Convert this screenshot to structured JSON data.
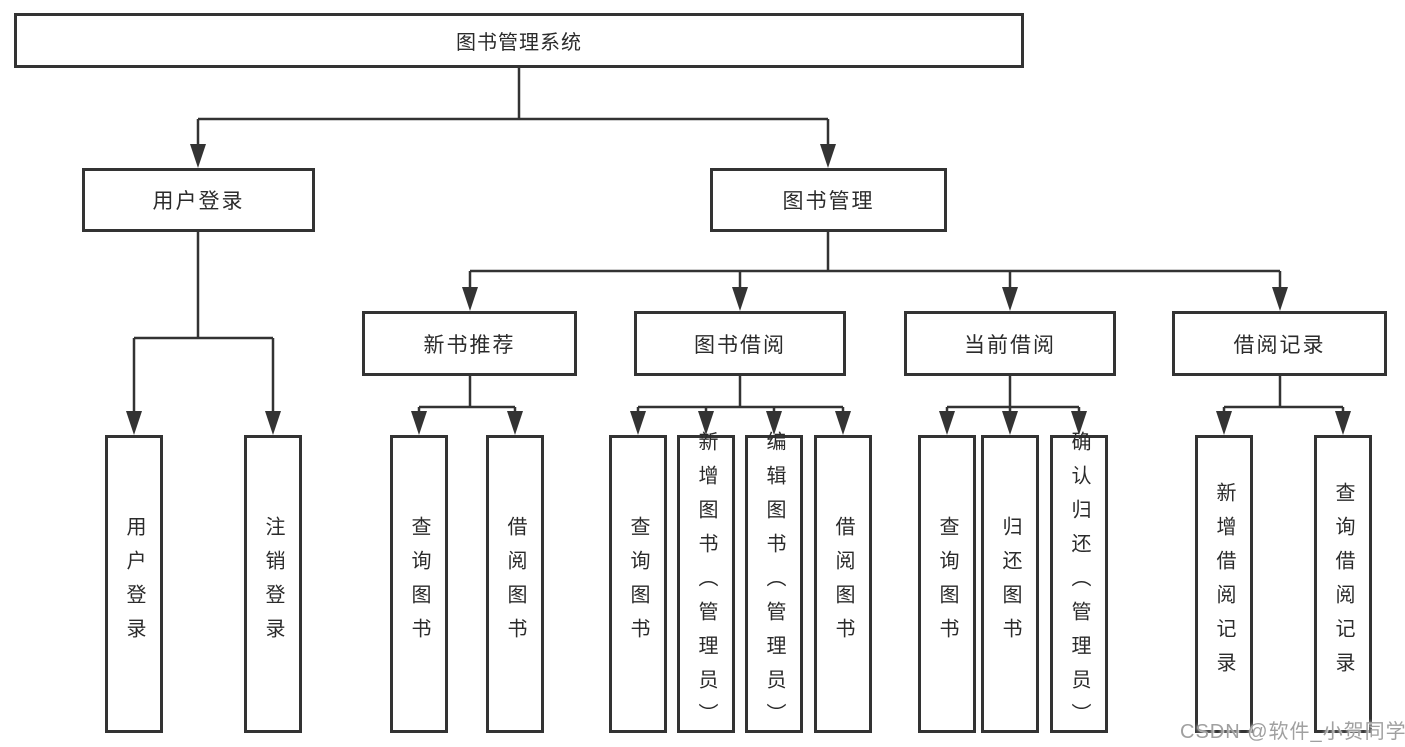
{
  "diagram_title": "图书管理系统",
  "nodes": [
    {
      "id": "root",
      "label": "图书管理系统",
      "level": 1
    },
    {
      "id": "user-login",
      "label": "用户登录",
      "level": 2
    },
    {
      "id": "book-mgmt",
      "label": "图书管理",
      "level": 2
    },
    {
      "id": "new-book-rec",
      "label": "新书推荐",
      "level": 3
    },
    {
      "id": "book-borrow",
      "label": "图书借阅",
      "level": 3
    },
    {
      "id": "current-borrow",
      "label": "当前借阅",
      "level": 3
    },
    {
      "id": "borrow-records",
      "label": "借阅记录",
      "level": 3
    },
    {
      "id": "leaf-user-login",
      "label": "用户登录",
      "level": 4
    },
    {
      "id": "leaf-logout",
      "label": "注销登录",
      "level": 4
    },
    {
      "id": "leaf-nb-query",
      "label": "查询图书",
      "level": 4
    },
    {
      "id": "leaf-nb-borrow",
      "label": "借阅图书",
      "level": 4
    },
    {
      "id": "leaf-bb-query",
      "label": "查询图书",
      "level": 4
    },
    {
      "id": "leaf-bb-add",
      "label": "新增图书（管理员）",
      "level": 4
    },
    {
      "id": "leaf-bb-edit",
      "label": "编辑图书（管理员）",
      "level": 4
    },
    {
      "id": "leaf-bb-borrow",
      "label": "借阅图书",
      "level": 4
    },
    {
      "id": "leaf-cb-query",
      "label": "查询图书",
      "level": 4
    },
    {
      "id": "leaf-cb-return",
      "label": "归还图书",
      "level": 4
    },
    {
      "id": "leaf-cb-confirm",
      "label": "确认归还（管理员）",
      "level": 4
    },
    {
      "id": "leaf-br-add",
      "label": "新增借阅记录",
      "level": 4
    },
    {
      "id": "leaf-br-query",
      "label": "查询借阅记录",
      "level": 4
    }
  ],
  "hierarchy": {
    "root": [
      "user-login",
      "book-mgmt"
    ],
    "user-login": [
      "leaf-user-login",
      "leaf-logout"
    ],
    "book-mgmt": [
      "new-book-rec",
      "book-borrow",
      "current-borrow",
      "borrow-records"
    ],
    "new-book-rec": [
      "leaf-nb-query",
      "leaf-nb-borrow"
    ],
    "book-borrow": [
      "leaf-bb-query",
      "leaf-bb-add",
      "leaf-bb-edit",
      "leaf-bb-borrow"
    ],
    "current-borrow": [
      "leaf-cb-query",
      "leaf-cb-return",
      "leaf-cb-confirm"
    ],
    "borrow-records": [
      "leaf-br-add",
      "leaf-br-query"
    ]
  },
  "watermark": {
    "text": "CSDN @软件_小贺同学"
  },
  "colors": {
    "line": "#333333",
    "text": "#2b2b2b",
    "watermark": "#a0a0a0",
    "background": "#ffffff"
  }
}
